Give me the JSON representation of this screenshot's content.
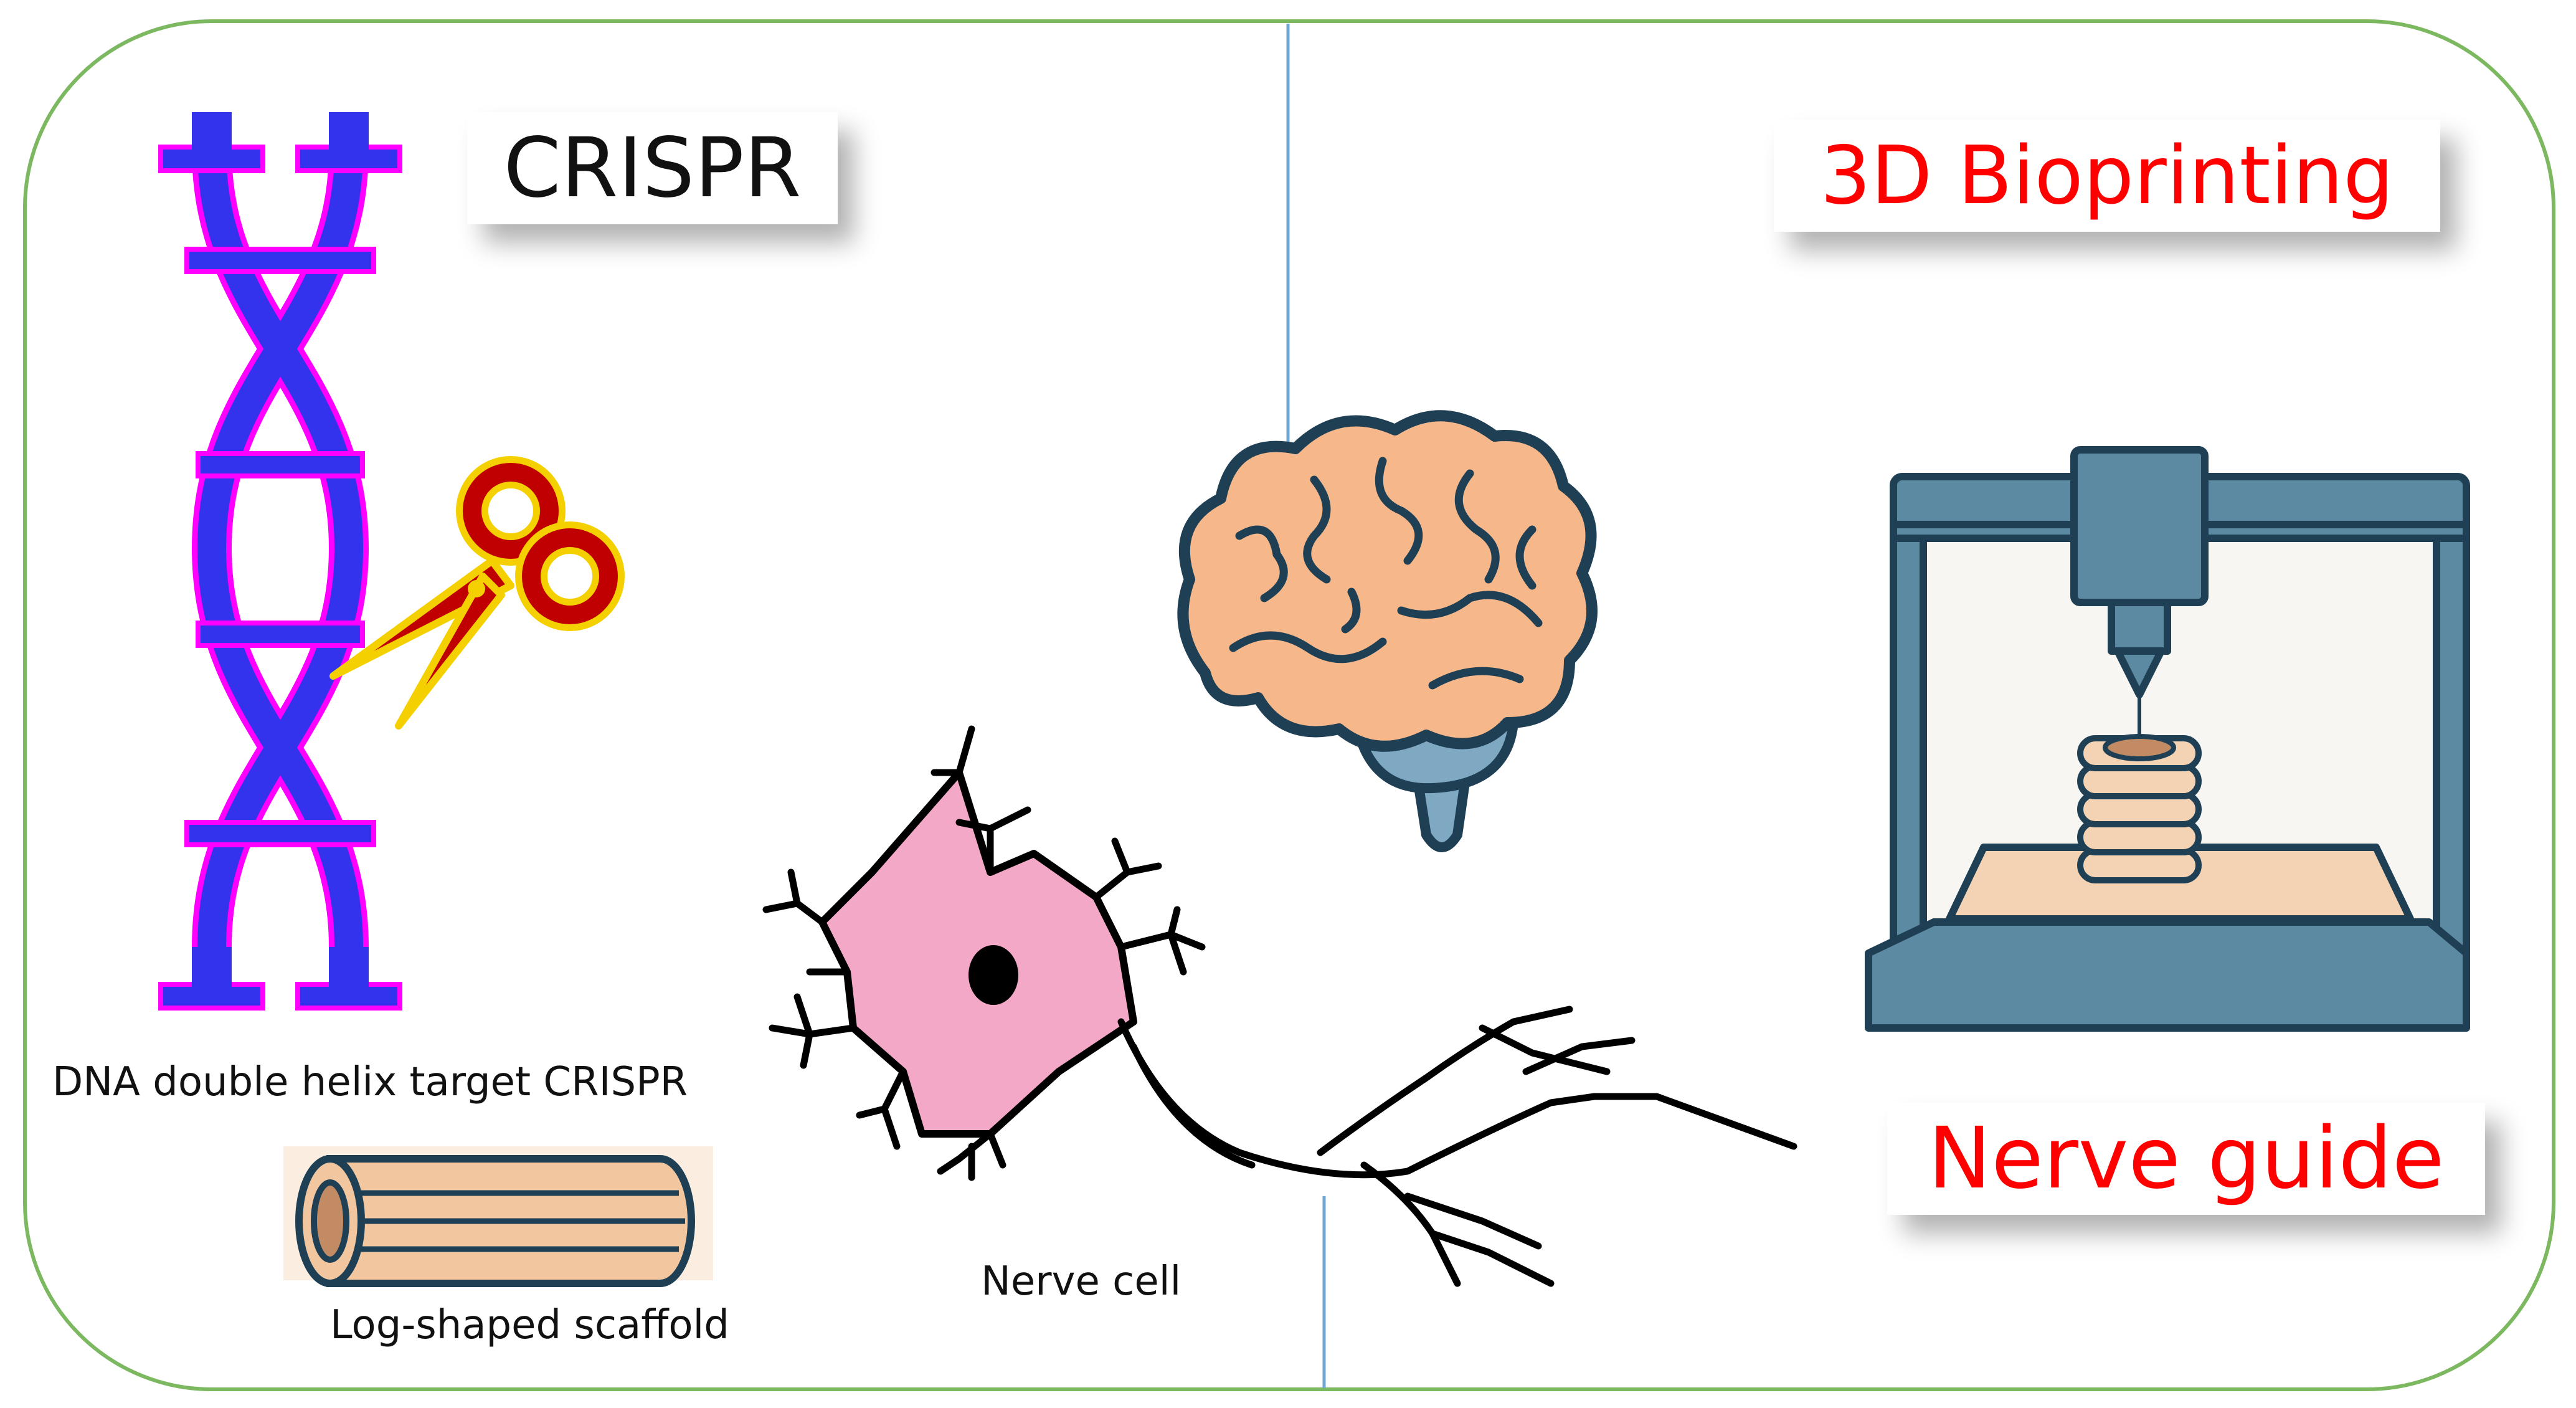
{
  "titles": {
    "crispr": "CRISPR",
    "bioprinting": "3D Bioprinting",
    "nerve_guide": "Nerve guide"
  },
  "labels": {
    "dna": "DNA double helix target CRISPR",
    "scaffold": "Log-shaped scaffold",
    "nerve_cell": "Nerve cell"
  },
  "icons": [
    "dna-helix-icon",
    "scissors-icon",
    "brain-icon",
    "nerve-cell-icon",
    "scaffold-icon",
    "bioprinter-icon"
  ],
  "colors": {
    "frame_border": "#7cb860",
    "divider": "#6fa8d4",
    "helix_outline": "#ff00ff",
    "helix_fill": "#3333ee",
    "scissors": "#c00000",
    "scissors_outline": "#f5d000",
    "brain": "#f6b88a",
    "brain_stem": "#7fa9c2",
    "cell_body": "#f4a8c8",
    "printer": "#5d8aa3",
    "print_bed": "#f3d3b3",
    "scaffold": "#f2c7a0",
    "bioprinting_title": "#ff0000",
    "nerve_guide_title": "#ff0000",
    "crispr_title": "#111111"
  }
}
